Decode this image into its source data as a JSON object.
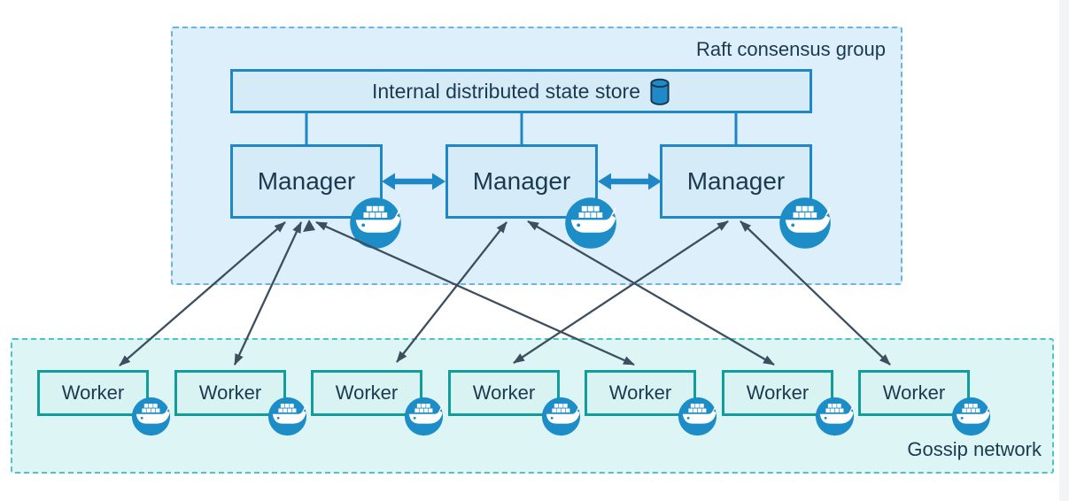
{
  "diagram": {
    "raft_group": {
      "label": "Raft consensus group",
      "state_store": {
        "label": "Internal distributed state store",
        "icon": "database-cylinder-icon"
      },
      "managers": [
        {
          "label": "Manager",
          "icon": "docker-whale-icon"
        },
        {
          "label": "Manager",
          "icon": "docker-whale-icon"
        },
        {
          "label": "Manager",
          "icon": "docker-whale-icon"
        }
      ]
    },
    "gossip_network": {
      "label": "Gossip network",
      "workers": [
        {
          "label": "Worker",
          "icon": "docker-whale-icon"
        },
        {
          "label": "Worker",
          "icon": "docker-whale-icon"
        },
        {
          "label": "Worker",
          "icon": "docker-whale-icon"
        },
        {
          "label": "Worker",
          "icon": "docker-whale-icon"
        },
        {
          "label": "Worker",
          "icon": "docker-whale-icon"
        },
        {
          "label": "Worker",
          "icon": "docker-whale-icon"
        },
        {
          "label": "Worker",
          "icon": "docker-whale-icon"
        }
      ]
    },
    "connections": [
      {
        "from": "manager-1",
        "to": "manager-2",
        "type": "thick-bidirectional"
      },
      {
        "from": "manager-2",
        "to": "manager-3",
        "type": "thick-bidirectional"
      },
      {
        "from": "manager-1",
        "to": "worker-1",
        "type": "thin-bidirectional"
      },
      {
        "from": "manager-1",
        "to": "worker-2",
        "type": "thin-bidirectional"
      },
      {
        "from": "manager-1",
        "to": "worker-5",
        "type": "thin-bidirectional"
      },
      {
        "from": "manager-2",
        "to": "worker-3",
        "type": "thin-bidirectional"
      },
      {
        "from": "manager-2",
        "to": "worker-6",
        "type": "thin-bidirectional"
      },
      {
        "from": "manager-3",
        "to": "worker-4",
        "type": "thin-bidirectional"
      },
      {
        "from": "manager-3",
        "to": "worker-7",
        "type": "thin-bidirectional"
      },
      {
        "from": "state-store",
        "to": "manager-1",
        "type": "connector"
      },
      {
        "from": "state-store",
        "to": "manager-2",
        "type": "connector"
      },
      {
        "from": "state-store",
        "to": "manager-3",
        "type": "connector"
      }
    ],
    "colors": {
      "manager_fill": "#d5ebf8",
      "manager_border": "#1e87c7",
      "raft_fill": "#dceffa",
      "raft_border": "#6ab4dd",
      "worker_fill": "#d8f3f1",
      "worker_border": "#109d9c",
      "gossip_fill": "#def5f5",
      "gossip_border": "#4cc3c5",
      "thin_arrow": "#3d4f5f",
      "docker_blue": "#1d8dc8",
      "text": "#1b3a52"
    }
  }
}
